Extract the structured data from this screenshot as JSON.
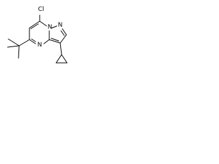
{
  "structure": {
    "atoms": {
      "chlorine": "Cl",
      "n_pyrimidine": "N",
      "n_bridgehead": "N",
      "n_pyrazole": "N"
    }
  }
}
